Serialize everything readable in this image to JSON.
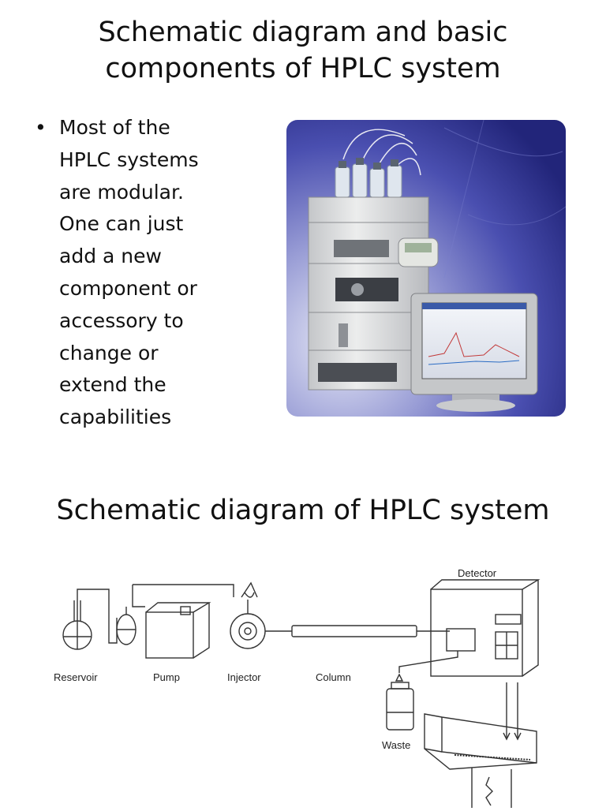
{
  "slide1": {
    "title_line1": "Schematic diagram and basic",
    "title_line2": "components of HPLC system",
    "bullet_symbol": "•",
    "bullet_lines": [
      "Most of the",
      "HPLC systems",
      "are modular.",
      "One can just",
      "add a new",
      "component or",
      "accessory to",
      "change or",
      "extend the",
      "capabilities"
    ]
  },
  "slide2": {
    "title": "Schematic diagram of HPLC system",
    "labels": {
      "reservoir": "Reservoir",
      "pump": "Pump",
      "injector": "Injector",
      "column": "Column",
      "waste": "Waste",
      "detector": "Detector"
    }
  },
  "colors": {
    "photo_bg_dark": "#2a2d8a",
    "photo_bg_light": "#c9cbe8",
    "equipment_gray": "#d9dadc"
  }
}
